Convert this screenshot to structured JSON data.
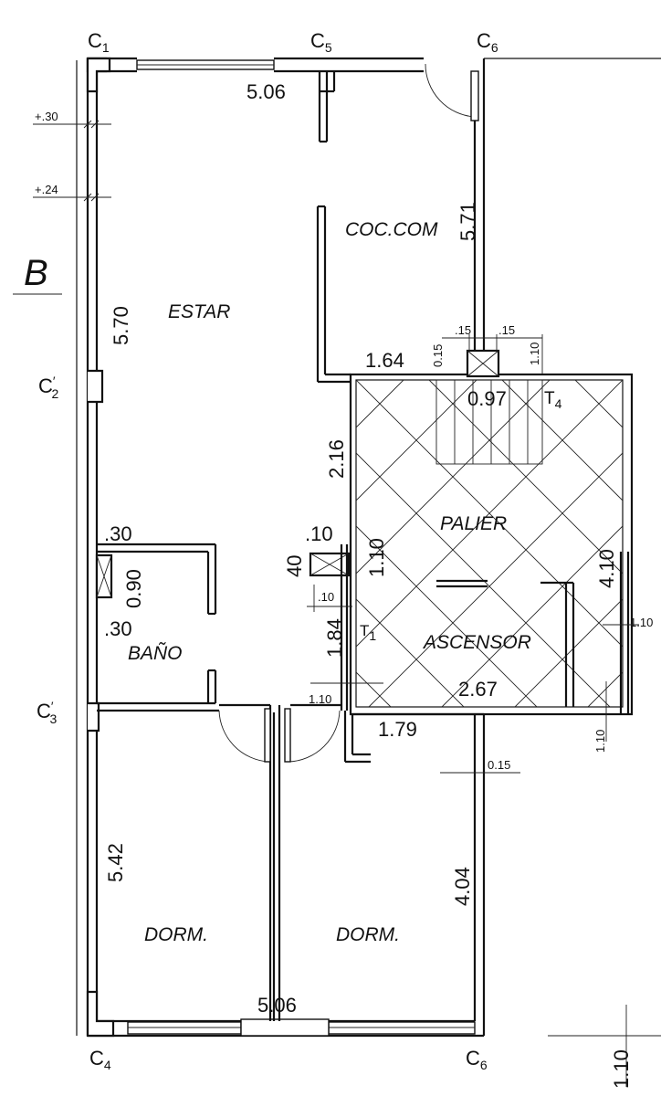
{
  "section_mark": "B",
  "rooms": {
    "estar": "ESTAR",
    "cocina": "COC.COM",
    "palier": "PALIER",
    "ascensor": "ASCENSOR",
    "bano": "BAÑO",
    "dorm_left": "DORM.",
    "dorm_right": "DORM."
  },
  "columns": {
    "c1": {
      "main": "C",
      "sub": "1",
      "prime": ""
    },
    "c5": {
      "main": "C",
      "sub": "5",
      "prime": ""
    },
    "c6_top": {
      "main": "C",
      "sub": "6",
      "prime": ""
    },
    "c2": {
      "main": "C",
      "sub": "2",
      "prime": "′"
    },
    "c3": {
      "main": "C",
      "sub": "3",
      "prime": "′"
    },
    "c4": {
      "main": "C",
      "sub": "4",
      "prime": ""
    },
    "c6_bottom": {
      "main": "C",
      "sub": "6",
      "prime": ""
    }
  },
  "dimensions": {
    "top_width": "5.06",
    "bottom_width": "5.06",
    "estar_height": "5.70",
    "cocina_height": "5.71",
    "wall_30": "+.30",
    "wall_24": "+.24",
    "d164": "1.64",
    "d015": "0.15",
    "d_15a": ".15",
    "d_15b": ".15",
    "d110_top": "1.10",
    "d097": "0.97",
    "d216": "2.16",
    "d_30a": ".30",
    "d090": "0.90",
    "d_30b": ".30",
    "d_10a": ".10",
    "d40": "40",
    "d110_mid": "1.10",
    "d_10b": ".10",
    "d184": "1.84",
    "d110_low": "1.10",
    "d267": "2.67",
    "d179": "1.79",
    "d410": "4.10",
    "d110_right": "1.10",
    "d110_rightlow": "1.10",
    "d015_b": "0.15",
    "d542": "5.42",
    "d404": "4.04",
    "d110_corner": "1.10"
  },
  "tags": {
    "t4": {
      "main": "T",
      "sub": "4"
    },
    "t1": {
      "main": "T",
      "sub": "1"
    }
  }
}
